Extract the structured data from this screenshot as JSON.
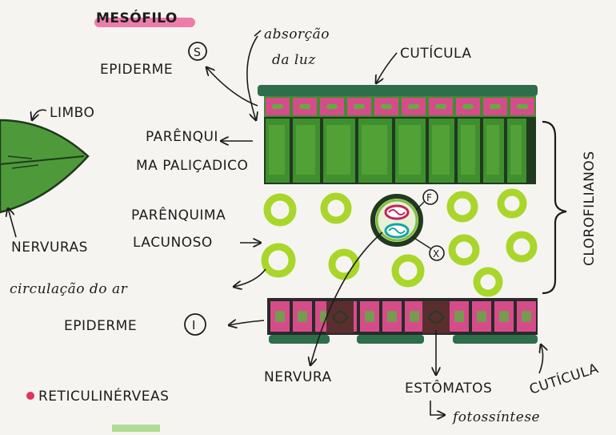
{
  "title": "MESÓFILO",
  "labels": {
    "absorcao": [
      "absorção",
      "da luz"
    ],
    "epiderme_s": "EPIDERME",
    "epiderme_s_badge": "S",
    "cuticula_top": "CUTÍCULA",
    "limbo": "LIMBO",
    "palicadico": [
      "PARÊNQUI",
      "MA PALIÇADICO"
    ],
    "clorofilianos": "CLOROFILIANOS",
    "lacunoso": [
      "PARÊNQUIMA",
      "LACUNOSO"
    ],
    "nervuras": "NERVURAS",
    "circulacao": "circulação do ar",
    "epiderme_i": "EPIDERME",
    "epiderme_i_badge": "I",
    "xylem_badge": "X",
    "phloem_badge": "F",
    "nervura": "NERVURA",
    "estomatos": "ESTÔMATOS",
    "fotossintese": "fotossíntese",
    "cuticula_bottom": "CUTÍCULA",
    "reticulinerveas": "RETICULINÉRVEAS"
  },
  "colors": {
    "cuticle": "#2e6e4a",
    "epidermis_pink": "#d64c8a",
    "palisade_green": "#3f8f2f",
    "palisade_light": "#5fae3e",
    "spongy_cell": "#a9d62a",
    "leaf_green": "#4e9a3a",
    "title_highlight": "#e9558f",
    "bullet": "#e0345a",
    "stomata": "#5a2e2e"
  }
}
